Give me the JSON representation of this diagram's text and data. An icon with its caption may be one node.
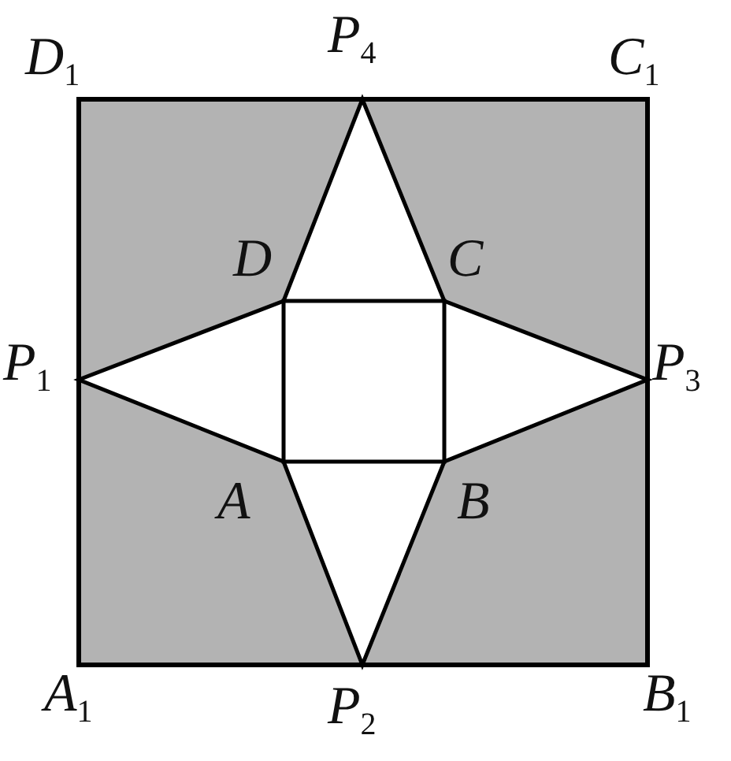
{
  "diagram": {
    "labels": [
      "D$_{1}$",
      "P$_{4}$",
      "C$_{1}$",
      "D",
      "C",
      "P$_{1}$",
      "P$_{3}$",
      "A",
      "B",
      "A$_{1}$",
      "P$_{2}$",
      "B$_{1}$"
    ]
  }
}
